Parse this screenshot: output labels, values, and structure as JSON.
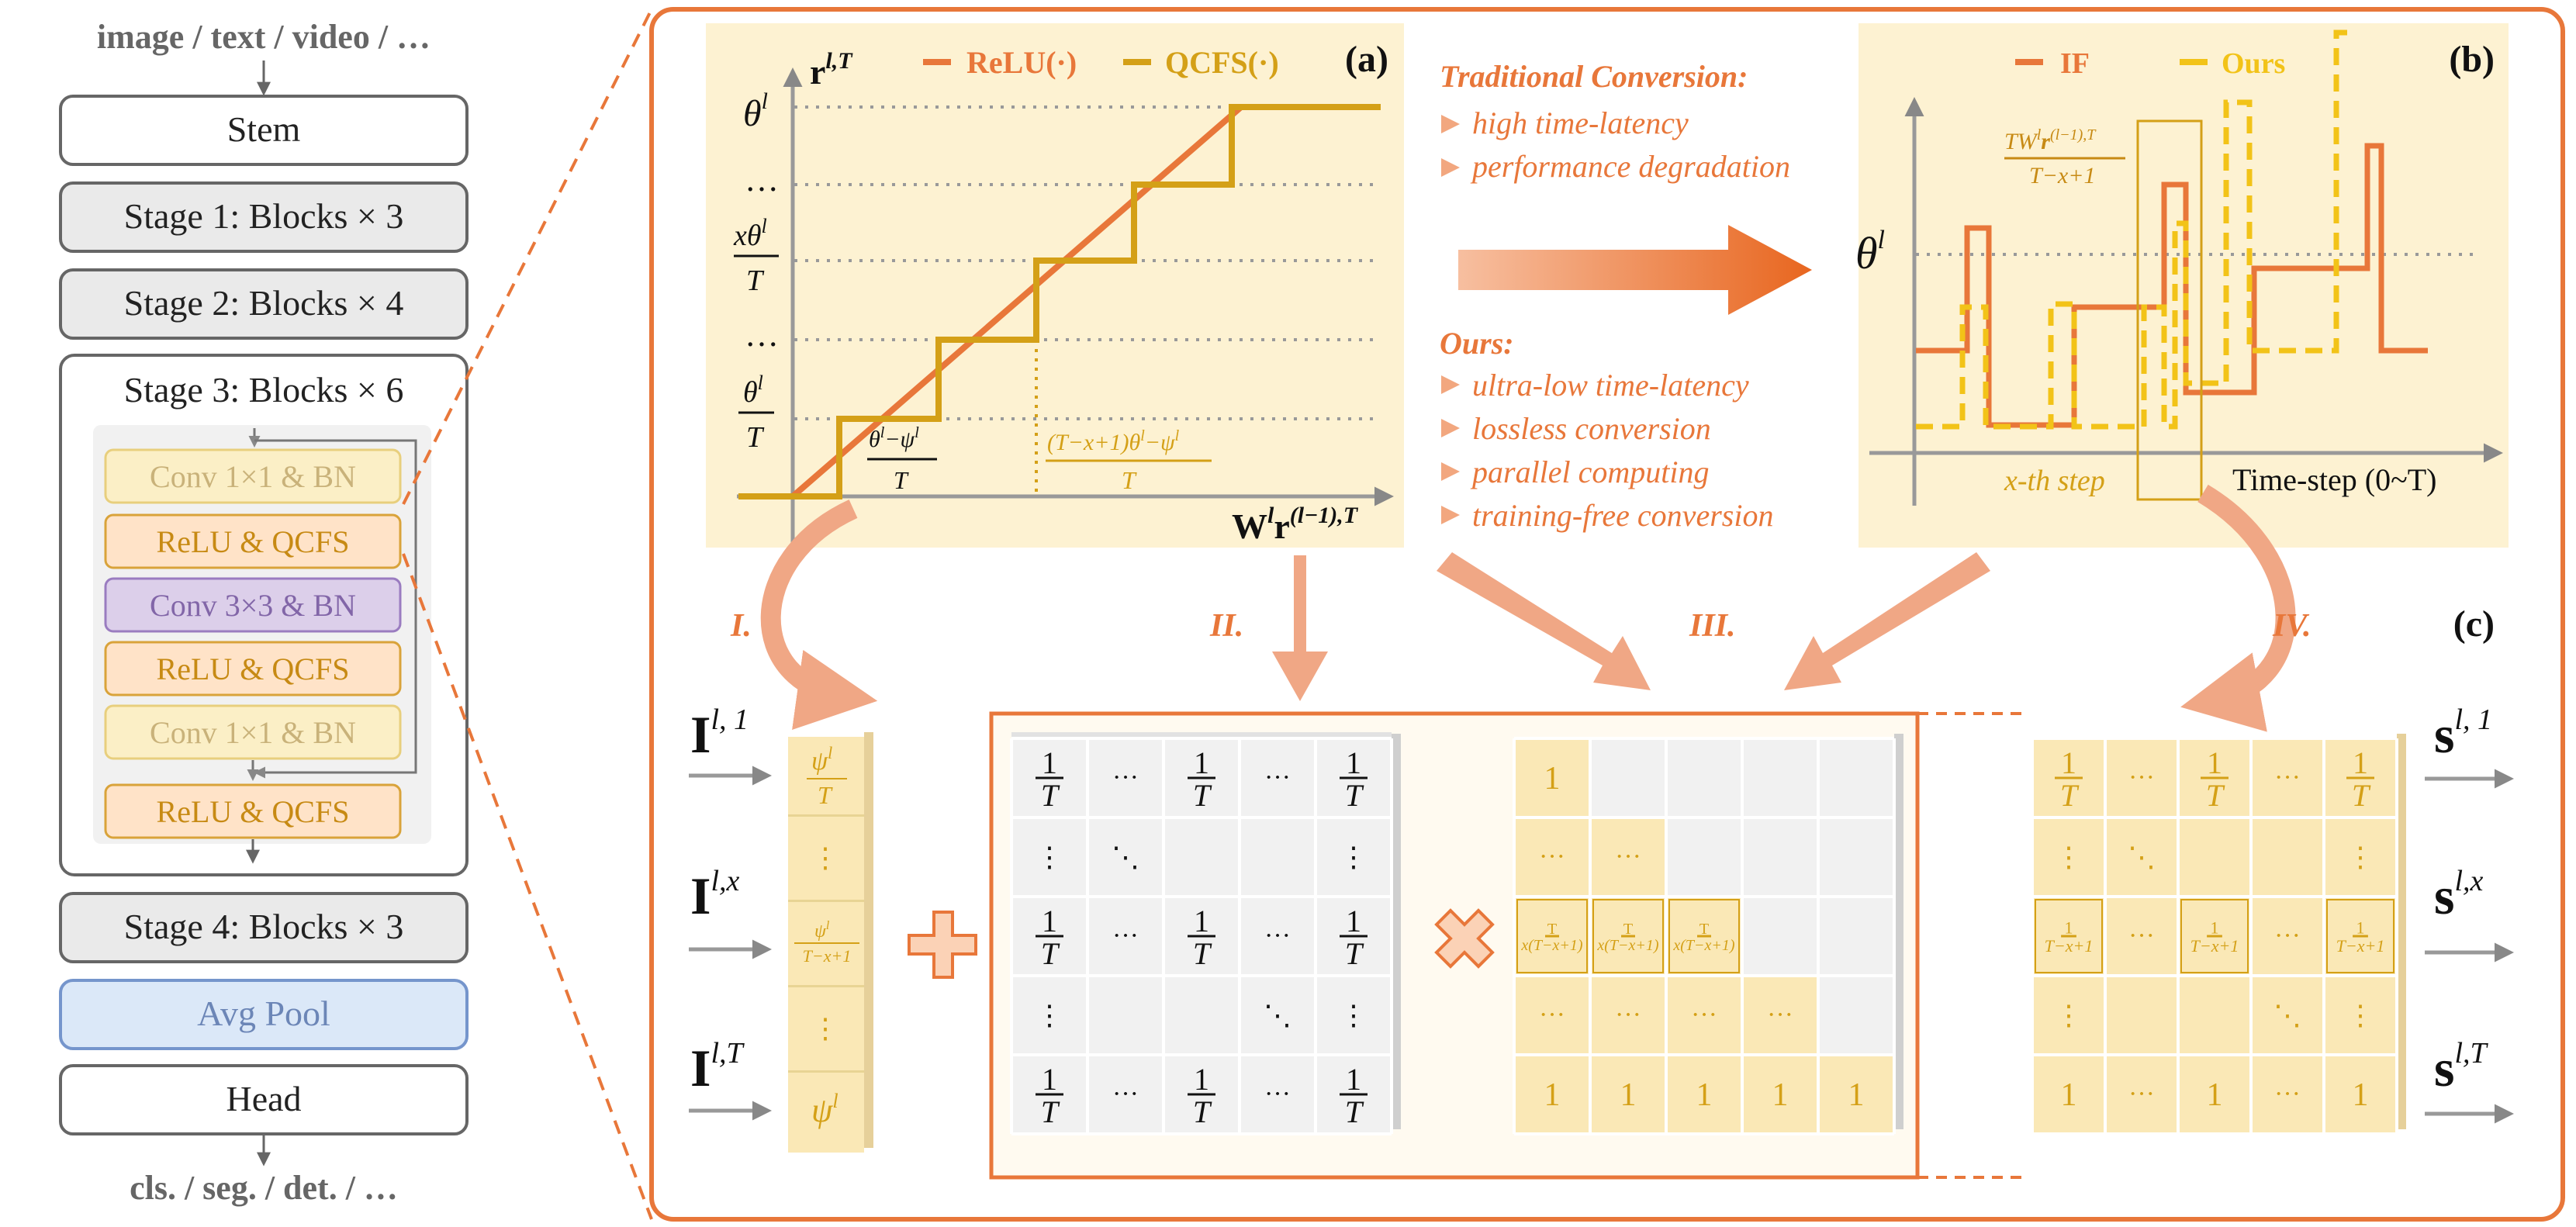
{
  "colors": {
    "orange": "#E8773A",
    "gold": "#D4A017",
    "yellow": "#F2C318",
    "cream": "#FDF2D2",
    "gray_border": "#6b6b6b",
    "purple_fill": "#DCCFEA",
    "purple_border": "#9A7CC0",
    "blue_fill": "#DBE8F8",
    "blue_border": "#7595CC",
    "peach_fill": "#FFE3C8"
  },
  "backbone": {
    "input_text": "image / text / video / …",
    "stem": "Stem",
    "stage1": "Stage 1: Blocks × 3",
    "stage2": "Stage 2: Blocks × 4",
    "stage3": "Stage 3: Blocks × 6",
    "block_items": [
      "Conv 1×1 & BN",
      "ReLU & QCFS",
      "Conv 3×3 & BN",
      "ReLU & QCFS",
      "Conv 1×1 & BN",
      "ReLU & QCFS"
    ],
    "stage4": "Stage 4: Blocks × 3",
    "avgpool": "Avg Pool",
    "head": "Head",
    "output_text": "cls. / seg. / det. / …"
  },
  "panel_a": {
    "tag": "(a)",
    "legend_relu": "ReLU(·)",
    "legend_qcfs": "QCFS(·)",
    "y_axis_label": "r",
    "y_axis_sup": "l,T",
    "x_axis_label": "W",
    "x_axis_label_mid": "r",
    "x_axis_sup1": "l",
    "x_axis_sup2": "(l−1),T",
    "y_ticks": [
      "θ",
      "…",
      "xθ",
      "T",
      "…",
      "θ",
      "T"
    ],
    "tick_sup": "l",
    "x_tick1_num": "θ",
    "x_tick1_sup_a": "l",
    "x_tick1_mid": "−ψ",
    "x_tick1_sup_b": "l",
    "x_tick1_den": "T",
    "x_tick2_num": "(T−x+1)θ",
    "x_tick2_sup_a": "l",
    "x_tick2_mid": "−ψ",
    "x_tick2_sup_b": "l",
    "x_tick2_den": "T"
  },
  "middle_text": {
    "traditional_title": "Traditional Conversion:",
    "traditional_items": [
      "high time-latency",
      "performance degradation"
    ],
    "ours_title": "Ours:",
    "ours_items": [
      "ultra-low time-latency",
      "lossless conversion",
      "parallel computing",
      "training-free conversion"
    ]
  },
  "panel_b": {
    "tag": "(b)",
    "legend_if": "IF",
    "legend_ours": "Ours",
    "theta": "θ",
    "theta_sup": "l",
    "annot_num": "TW",
    "annot_sup1": "l",
    "annot_mid": "r",
    "annot_sup2": "(l−1),T",
    "annot_den": "T−x+1",
    "x_step": "x-th step",
    "x_axis_label": "Time-step (0~T)"
  },
  "panel_c": {
    "tag": "(c)",
    "roman": [
      "I.",
      "II.",
      "III.",
      "IV."
    ],
    "inputs": [
      {
        "base": "I",
        "sup": "l, 1"
      },
      {
        "base": "I",
        "sup": "l,x"
      },
      {
        "base": "I",
        "sup": "l,T"
      }
    ],
    "outputs": [
      {
        "base": "s",
        "sup": "l, 1"
      },
      {
        "base": "s",
        "sup": "l,x"
      },
      {
        "base": "s",
        "sup": "l,T"
      }
    ],
    "vector": [
      "ψ",
      "⋮",
      "ψ",
      "⋮",
      "ψ"
    ],
    "vector_sup": "l",
    "vector_den1": "T",
    "vector_den3": "T−x+1",
    "plus": "+",
    "times": "×",
    "dots_h": "···",
    "dots_v": "⋮",
    "dots_d": "⋱",
    "one": "1",
    "T_letter": "T",
    "tri_mid": "x(T−x+1)",
    "out_mid": "T−x+1"
  }
}
